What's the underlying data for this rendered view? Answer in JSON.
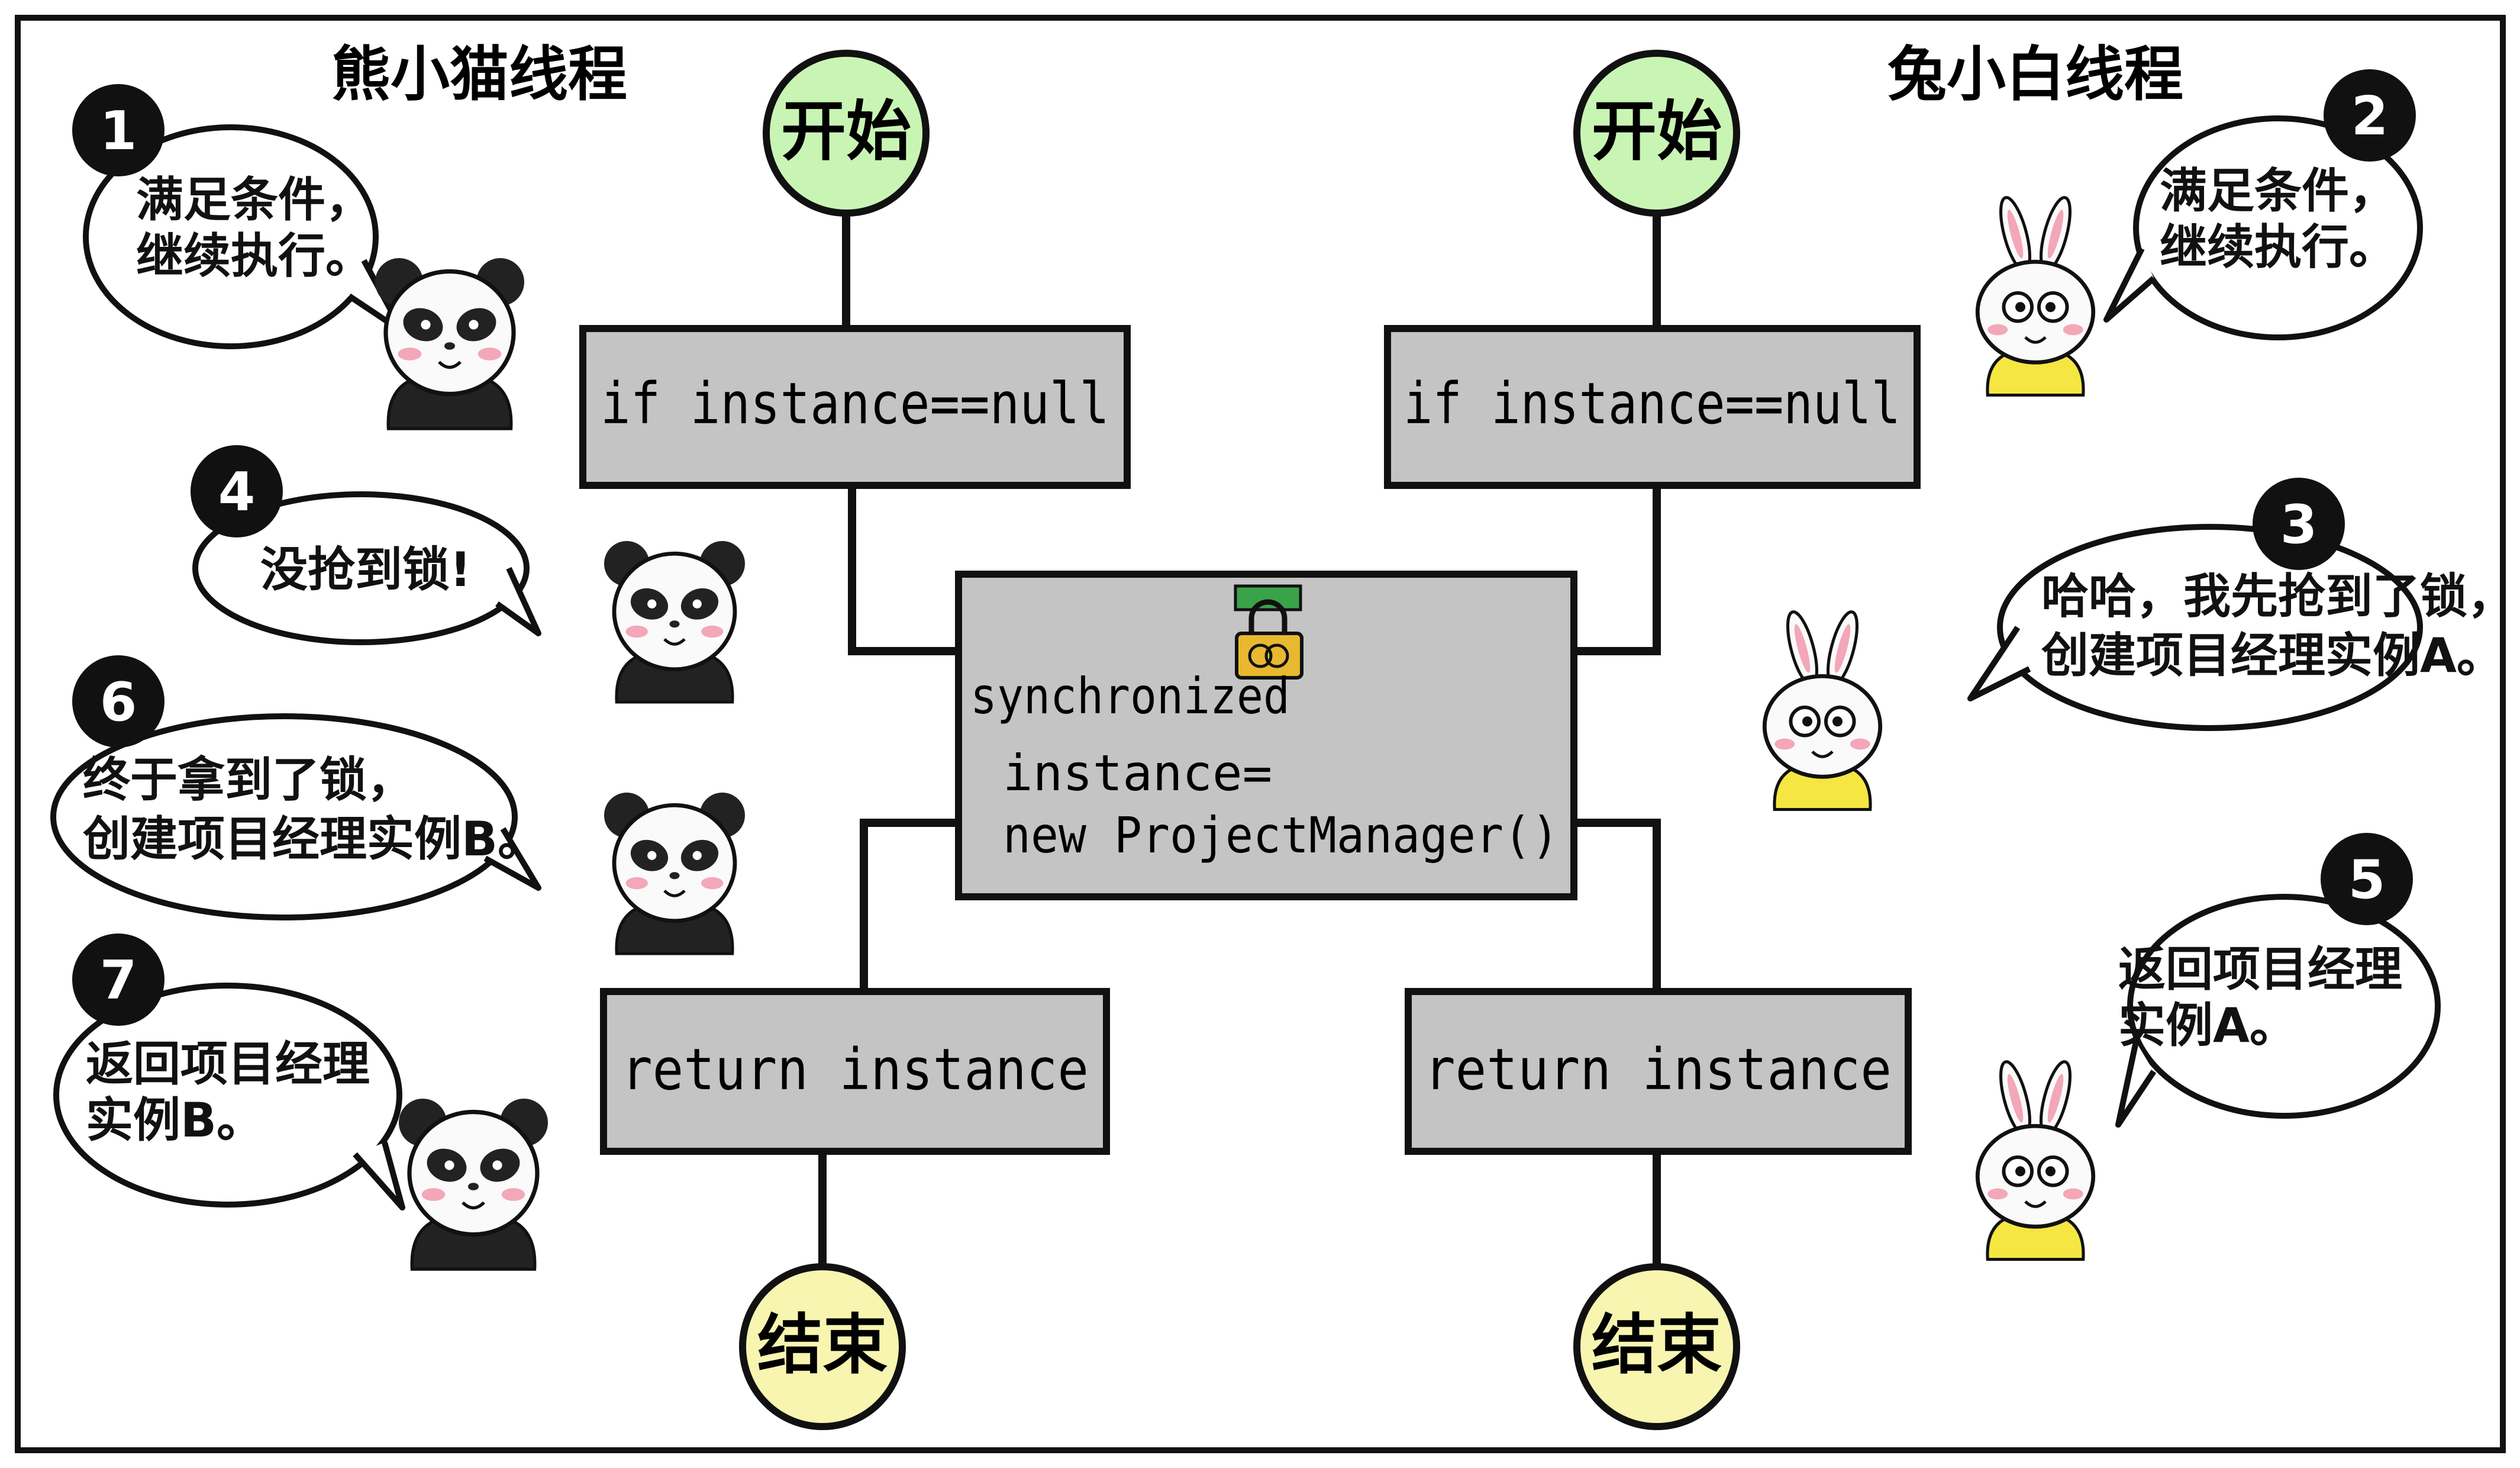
{
  "threads": {
    "left_title": "熊小猫线程",
    "right_title": "兔小白线程"
  },
  "flow": {
    "start_label": "开始",
    "end_label": "结束",
    "left_condition": "if instance==null",
    "right_condition": "if instance==null",
    "sync_keyword": "synchronized",
    "sync_line1": "instance=",
    "sync_line2": "new ProjectManager()",
    "left_return": "return instance",
    "right_return": "return instance"
  },
  "bubbles": [
    {
      "step": "1",
      "lines": [
        "满足条件，",
        "继续执行。"
      ]
    },
    {
      "step": "2",
      "lines": [
        "满足条件，",
        "继续执行。"
      ]
    },
    {
      "step": "3",
      "lines": [
        "哈哈，我先抢到了锁，",
        "创建项目经理实例A。"
      ]
    },
    {
      "step": "4",
      "lines": [
        "没抢到锁!"
      ]
    },
    {
      "step": "5",
      "lines": [
        "返回项目经理",
        "实例A。"
      ]
    },
    {
      "step": "6",
      "lines": [
        "终于拿到了锁，",
        "创建项目经理实例B。"
      ]
    },
    {
      "step": "7",
      "lines": [
        "返回项目经理",
        "实例B。"
      ]
    }
  ],
  "colors": {
    "start_fill": "#c9f5b4",
    "end_fill": "#f7f5b0",
    "box_fill": "#c4c4c4",
    "step_badge": "#111111",
    "lock_green": "#3aa34a",
    "lock_gold": "#e8b830",
    "rabbit_shirt": "#f5e642",
    "cheek_pink": "#f3a7b8"
  },
  "icons": [
    "panda-icon",
    "rabbit-icon",
    "lock-icon"
  ]
}
